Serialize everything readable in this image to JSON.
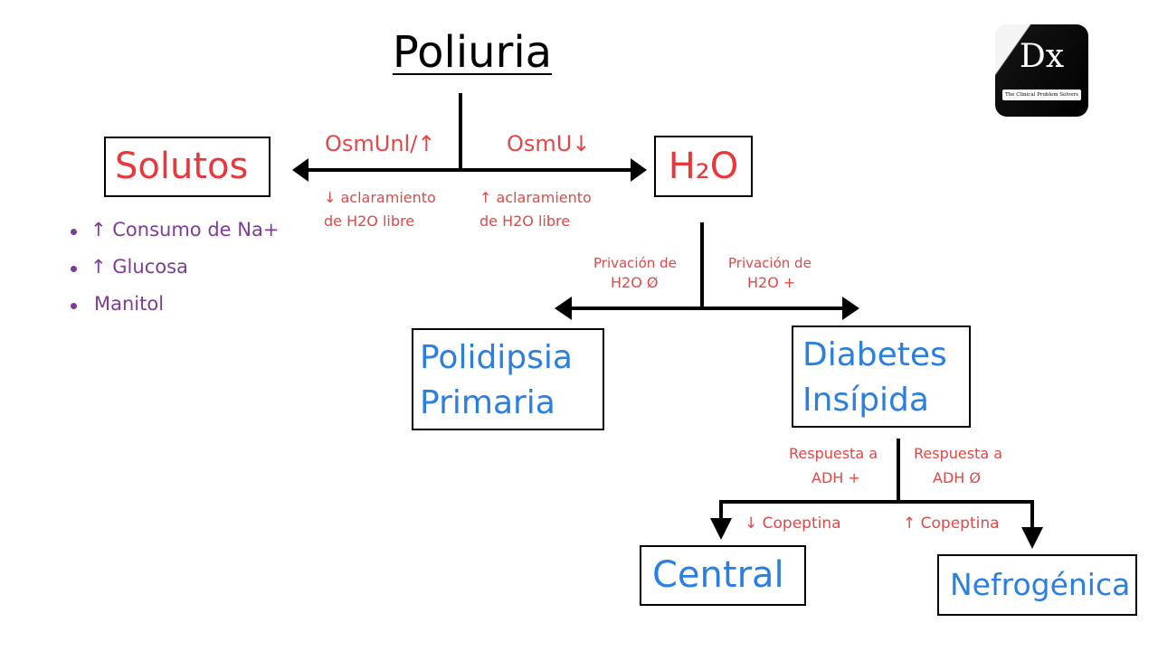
{
  "title": "Poliuria",
  "logo": {
    "mark": "Dx",
    "tagline": "The Clinical Problem Solvers"
  },
  "osmolality_split": {
    "left_label": "OsmUnl/↑",
    "right_label": "OsmU↓",
    "left_note": [
      "↓ aclaramiento",
      "de H2O libre"
    ],
    "right_note": [
      "↑ aclaramiento",
      "de H2O libre"
    ]
  },
  "solutes": {
    "label": "Solutos",
    "causes": [
      "↑ Consumo de Na+",
      "↑ Glucosa",
      "Manitol"
    ]
  },
  "water": {
    "label": "H₂O",
    "left_test": [
      "Privación de",
      "H2O Ø"
    ],
    "right_test": [
      "Privación de",
      "H2O +"
    ]
  },
  "primary_polydipsia": [
    "Polidipsia",
    "Primaria"
  ],
  "diabetes_insipidus": {
    "label": [
      "Diabetes",
      "Insípida"
    ],
    "left_test": [
      "Respuesta a",
      "ADH +"
    ],
    "right_test": [
      "Respuesta a",
      "ADH Ø"
    ],
    "left_marker": "↓ Copeptina",
    "right_marker": "↑ Copeptina"
  },
  "central": "Central",
  "nephrogenic": "Nefrogénica",
  "colors": {
    "cause_red": "#e8383d",
    "note_red": "#e04848",
    "bullet_purple": "#7d3c98",
    "result_blue": "#2a7fe0",
    "line": "#000000"
  }
}
